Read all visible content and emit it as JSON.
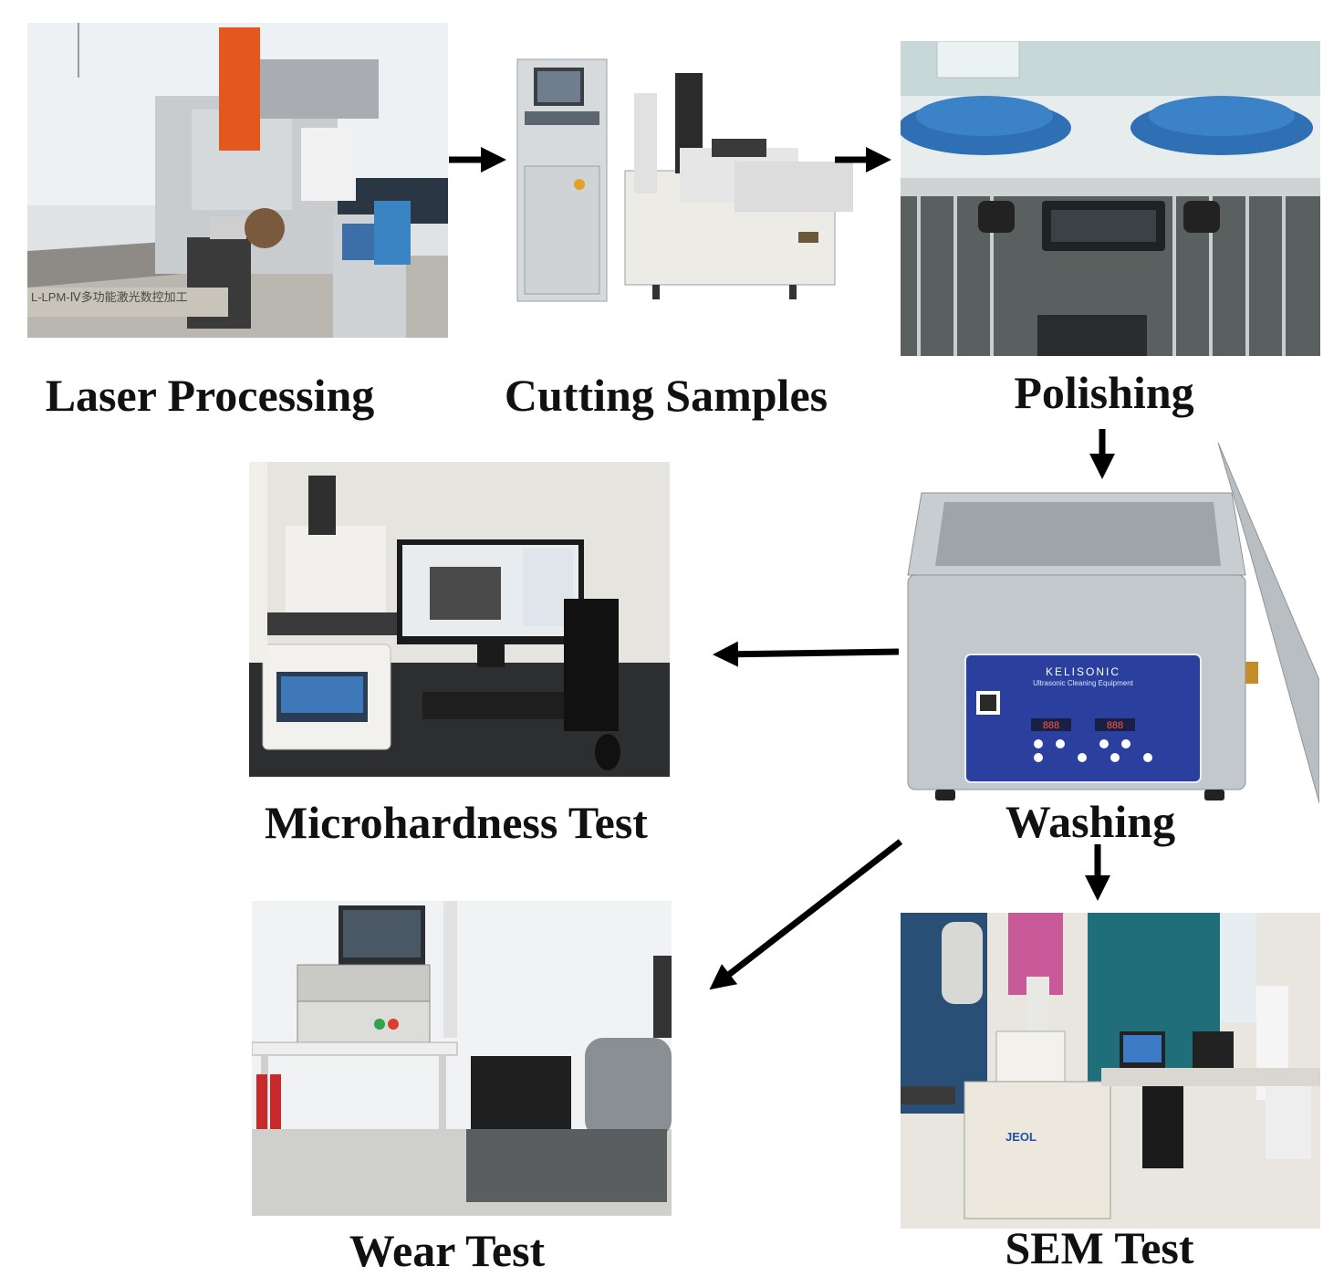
{
  "steps": {
    "laser": "Laser Processing",
    "cutting": "Cutting Samples",
    "polishing": "Polishing",
    "washing": "Washing",
    "microhardness": "Microhardness Test",
    "wear": "Wear Test",
    "sem": "SEM Test"
  },
  "photo_text": {
    "laser_machine_plate": "L-LPM-Ⅳ多功能激光数控加工",
    "cleaner_brand": "KELISONIC",
    "cleaner_subtitle": "Ultrasonic Cleaning Equipment",
    "cleaner_display_left": "888",
    "cleaner_display_right": "888",
    "sem_brand": "JEOL"
  },
  "colors": {
    "arrow": "#000000",
    "laser_head": "#e4571f",
    "polisher_blue": "#2f6fb3",
    "cleaner_panel": "#2a3f9e",
    "curtain": "#1f6e7a"
  }
}
